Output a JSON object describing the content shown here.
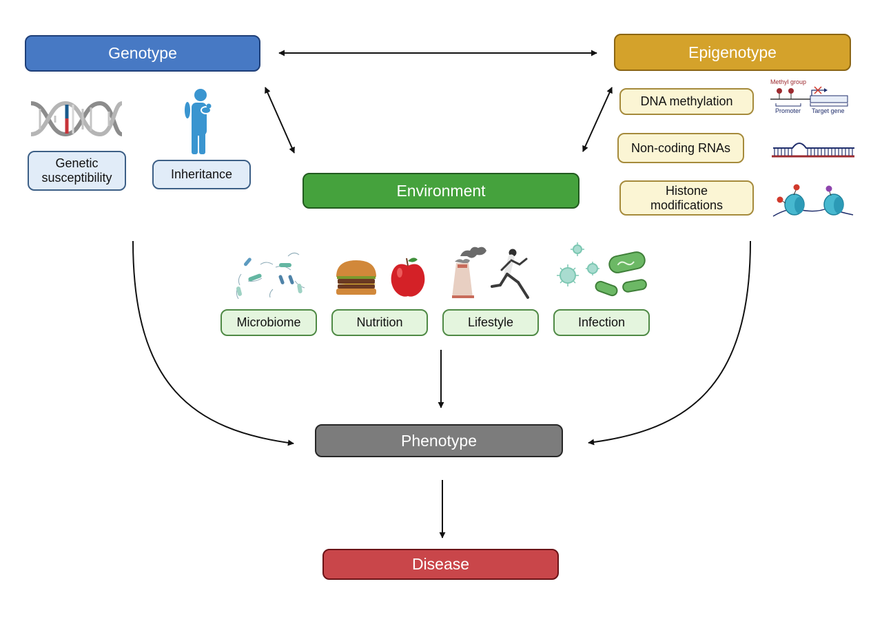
{
  "nodes": {
    "genotype": "Genotype",
    "epigenotype": "Epigenotype",
    "environment": "Environment",
    "phenotype": "Phenotype",
    "disease": "Disease"
  },
  "genotype_factors": {
    "genetic_susceptibility_1": "Genetic",
    "genetic_susceptibility_2": "susceptibility",
    "inheritance": "Inheritance"
  },
  "epigenotype_factors": {
    "dna_methylation": "DNA methylation",
    "noncoding_rnas": "Non-coding RNAs",
    "histone_1": "Histone",
    "histone_2": "modifications"
  },
  "environment_factors": {
    "microbiome": "Microbiome",
    "nutrition": "Nutrition",
    "lifestyle": "Lifestyle",
    "infection": "Infection"
  },
  "methylation_diagram": {
    "methyl_group": "Methyl group",
    "promoter": "Promoter",
    "target_gene": "Target gene"
  },
  "colors": {
    "genotype": "#4779c4",
    "epigenotype": "#d4a22b",
    "environment": "#45a23d",
    "phenotype": "#7c7c7c",
    "disease": "#c9464a"
  }
}
